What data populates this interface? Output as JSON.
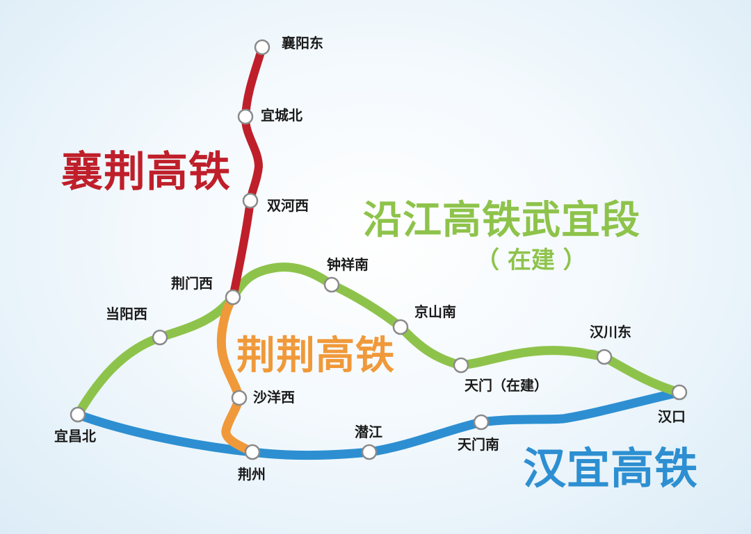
{
  "lines": {
    "xiangjing": {
      "name": "襄荆高铁",
      "color": "#bf1f2a"
    },
    "yanjiang": {
      "name": "沿江高铁武宜段",
      "status": "（ 在建 ）",
      "color": "#8ec34b"
    },
    "jingjing": {
      "name": "荆荆高铁",
      "color": "#f0993a"
    },
    "hanyi": {
      "name": "汉宜高铁",
      "color": "#2d8fd1"
    }
  },
  "stations": {
    "xiangyangdong": "襄阳东",
    "yichengbei": "宜城北",
    "shuanghexi": "双河西",
    "jingmenxi": "荆门西",
    "dangyangxi": "当阳西",
    "zhongxiangnan": "钟祥南",
    "jingshannan": "京山南",
    "tianmen_zaijian": "天门（在建）",
    "hanchuandong": "汉川东",
    "hankou": "汉口",
    "shayangxi": "沙洋西",
    "yichangbei": "宜昌北",
    "jingzhou": "荆州",
    "qianjiang": "潜江",
    "tianmennan": "天门南"
  }
}
